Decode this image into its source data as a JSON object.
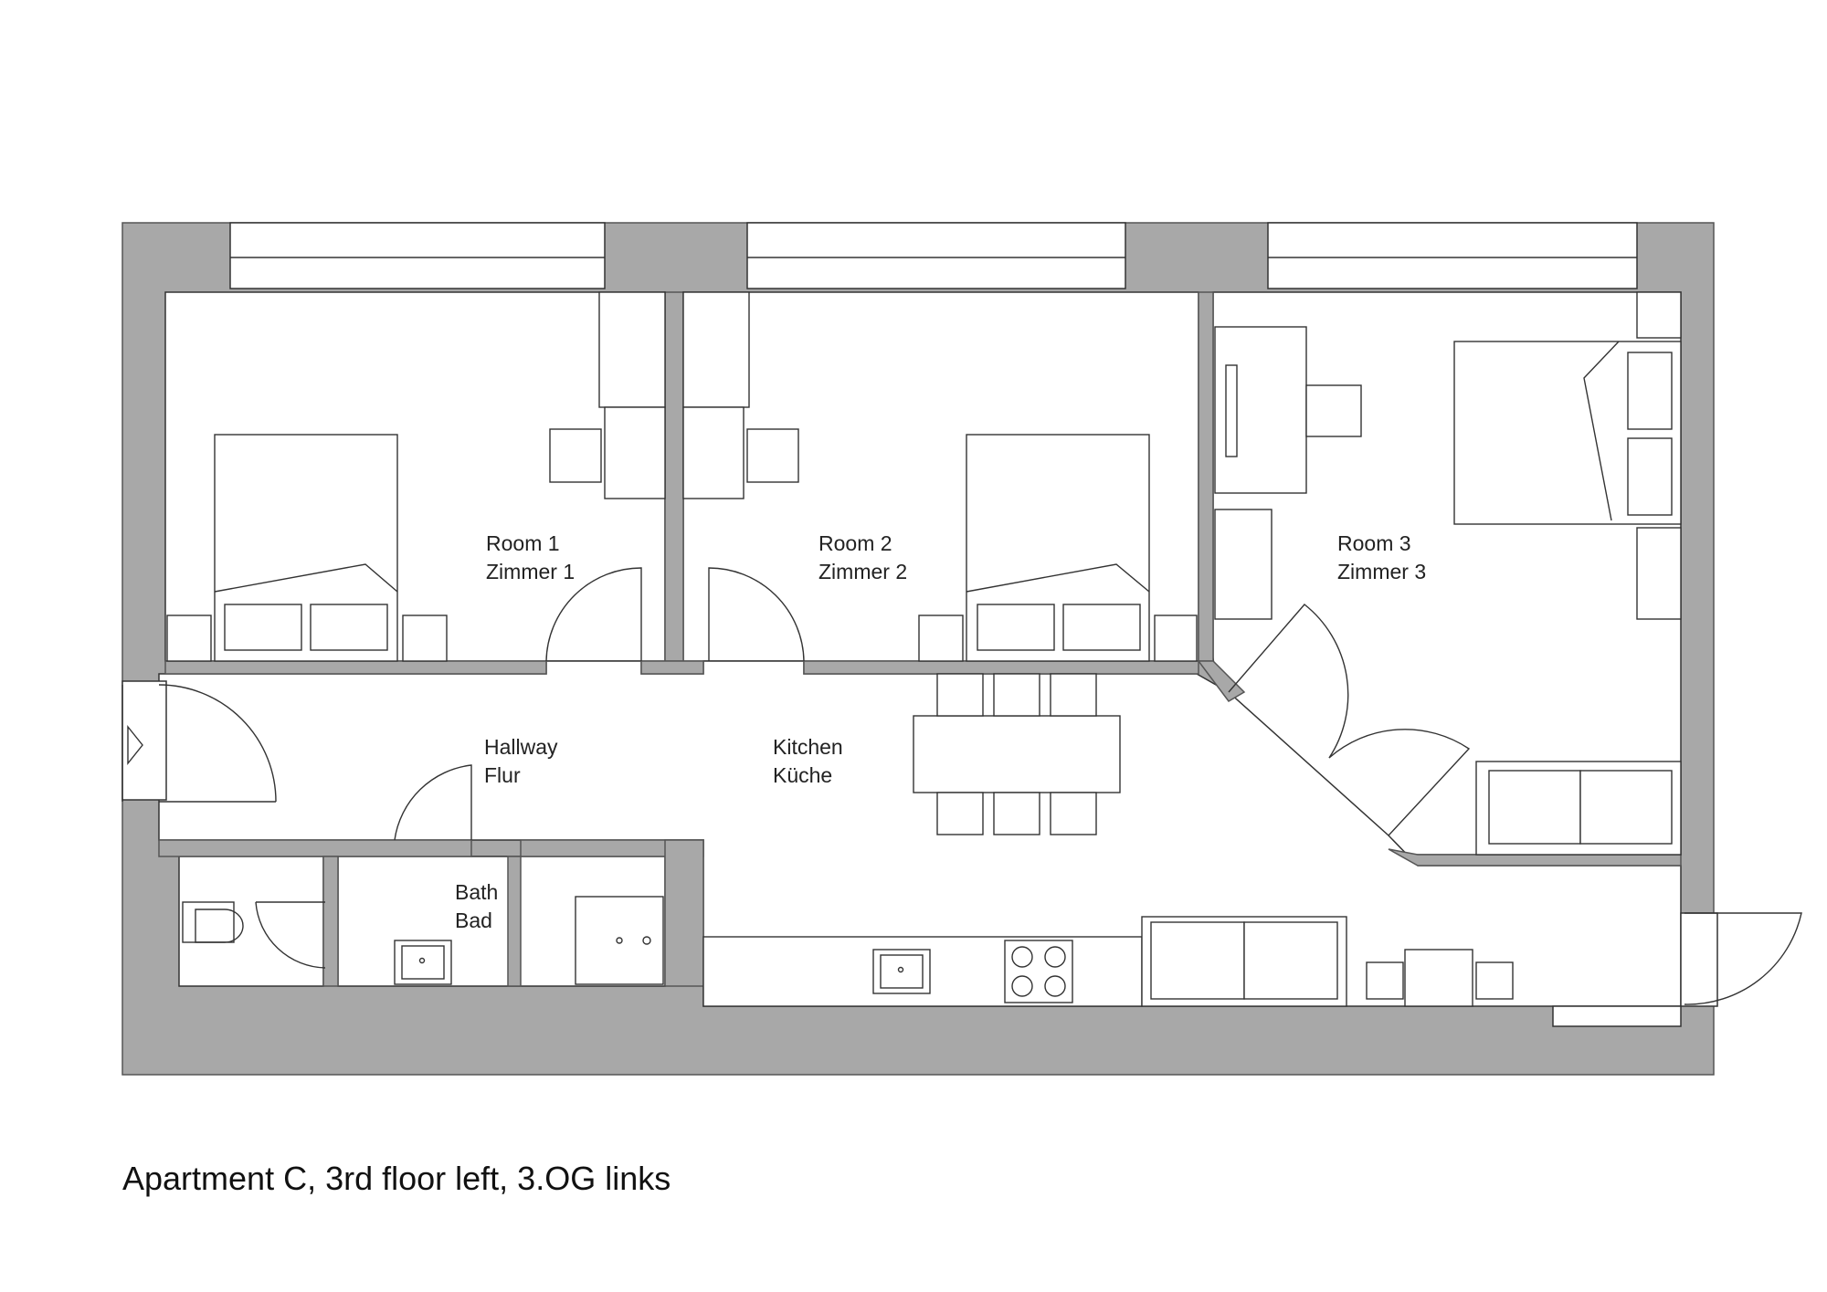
{
  "rooms": {
    "room1": {
      "name_en": "Room 1",
      "name_de": "Zimmer 1"
    },
    "room2": {
      "name_en": "Room 2",
      "name_de": "Zimmer 2"
    },
    "room3": {
      "name_en": "Room 3",
      "name_de": "Zimmer 3"
    },
    "hallway": {
      "name_en": "Hallway",
      "name_de": "Flur"
    },
    "kitchen": {
      "name_en": "Kitchen",
      "name_de": "Küche"
    },
    "bath": {
      "name_en": "Bath",
      "name_de": "Bad"
    }
  },
  "caption": "Apartment C, 3rd floor left, 3.OG links",
  "colors": {
    "wall": "#a8a8a8",
    "line": "#333333"
  }
}
